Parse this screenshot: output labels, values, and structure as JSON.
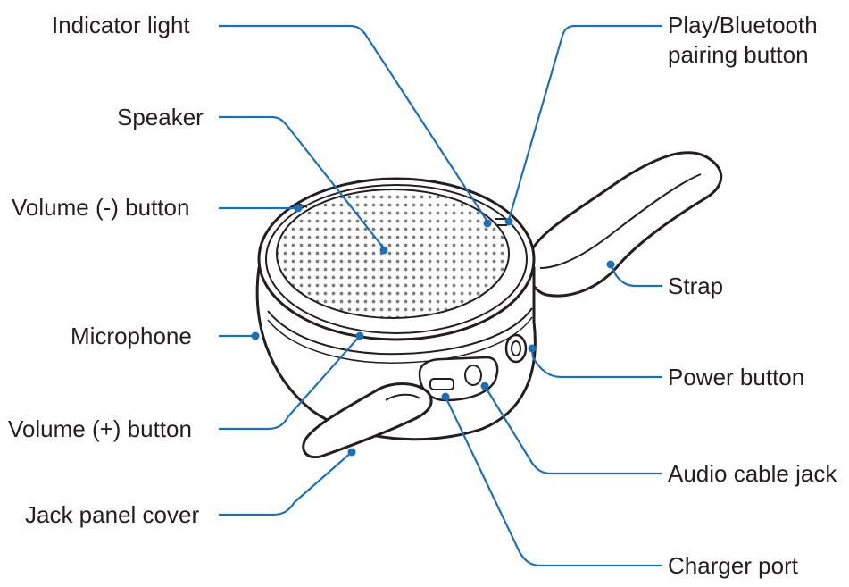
{
  "colors": {
    "leader": "#1f6fb2",
    "outline": "#231f20",
    "grille_dot": "#7d7d7d",
    "fill": "#ffffff"
  },
  "labels": {
    "indicator_light": "Indicator light",
    "play_bluetooth_line1": "Play/Bluetooth",
    "play_bluetooth_line2": "pairing button",
    "speaker": "Speaker",
    "volume_minus": "Volume (-) button",
    "strap": "Strap",
    "microphone": "Microphone",
    "power_button": "Power button",
    "volume_plus": "Volume (+) button",
    "audio_cable_jack": "Audio cable jack",
    "jack_panel_cover": "Jack panel cover",
    "charger_port": "Charger port"
  }
}
